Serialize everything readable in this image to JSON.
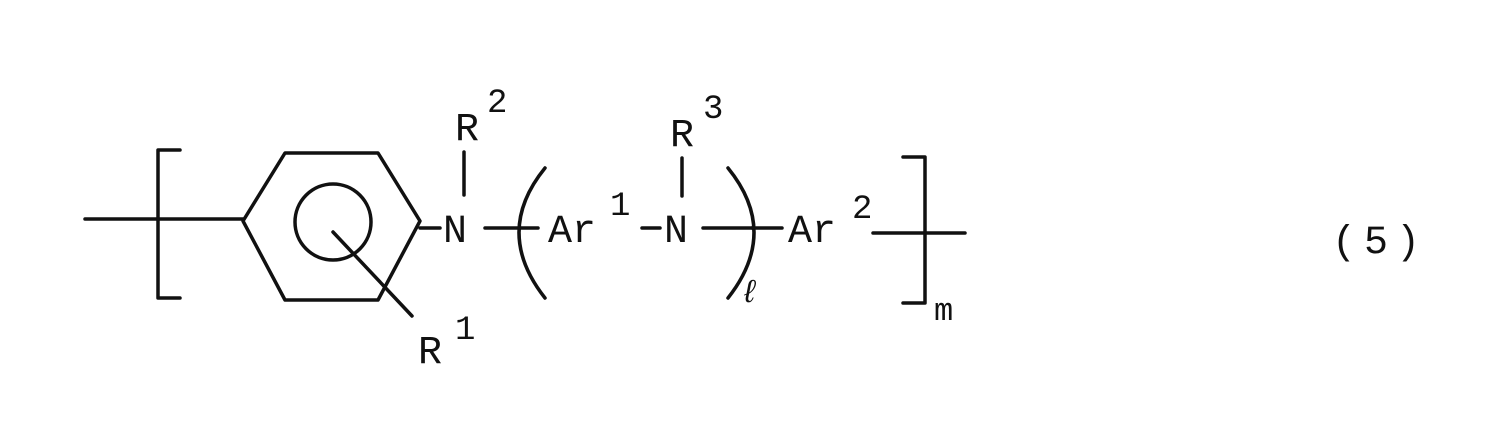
{
  "formula": {
    "labels": {
      "r1": "R",
      "r1_sup": "1",
      "r2": "R",
      "r2_sup": "2",
      "r3": "R",
      "r3_sup": "3",
      "n1": "N",
      "n2": "N",
      "ar1": "Ar",
      "ar1_sup": "1",
      "ar2": "Ar",
      "ar2_sup": "2",
      "sub_l": "ℓ",
      "sub_m": "m"
    },
    "equation_number": "(5)",
    "colors": {
      "ink": "#111111",
      "background": "#ffffff"
    }
  }
}
